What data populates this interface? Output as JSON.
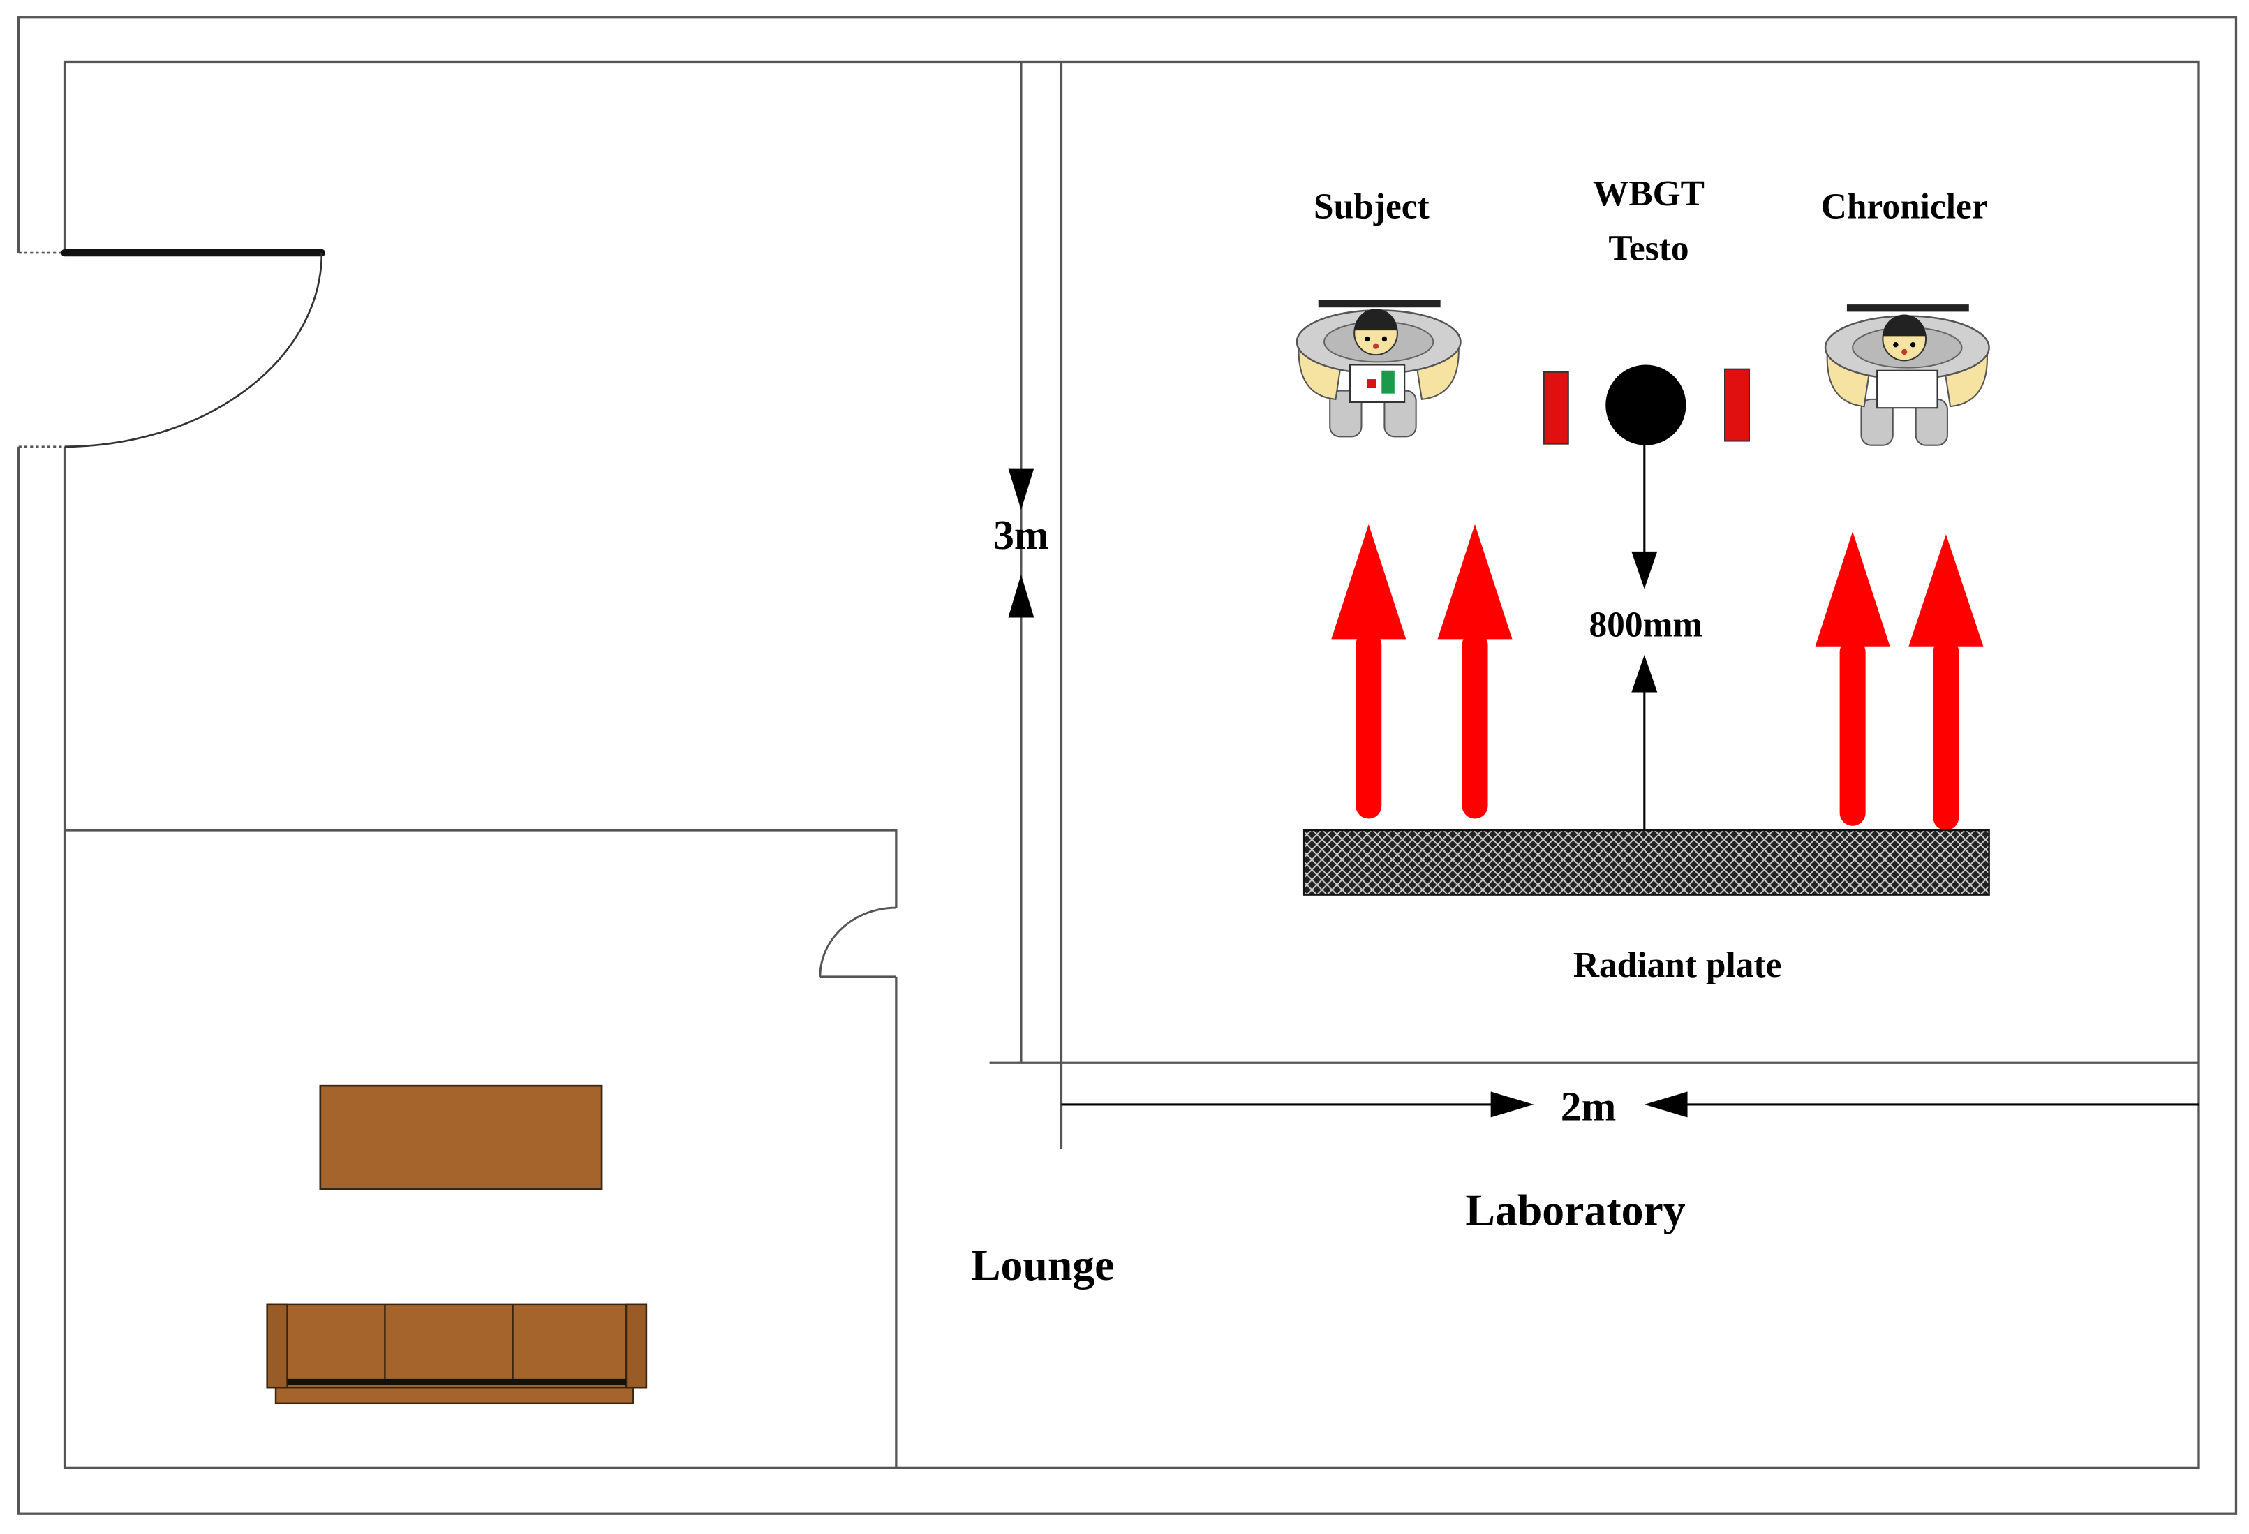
{
  "labels": {
    "subject": "Subject",
    "wbgt": "WBGT",
    "testo": "Testo",
    "chronicler": "Chronicler",
    "height_3m": "3m",
    "distance_800mm": "800mm",
    "radiant_plate": "Radiant plate",
    "width_2m": "2m",
    "laboratory": "Laboratory",
    "lounge": "Lounge"
  },
  "colors": {
    "heat_arrow": "#ff0000",
    "furniture": "#a5642b",
    "sensor_red": "#e01010",
    "radiant_plate": "#1a1a1a",
    "skin": "#f6e3a1",
    "chair": "#d0d0d0"
  }
}
